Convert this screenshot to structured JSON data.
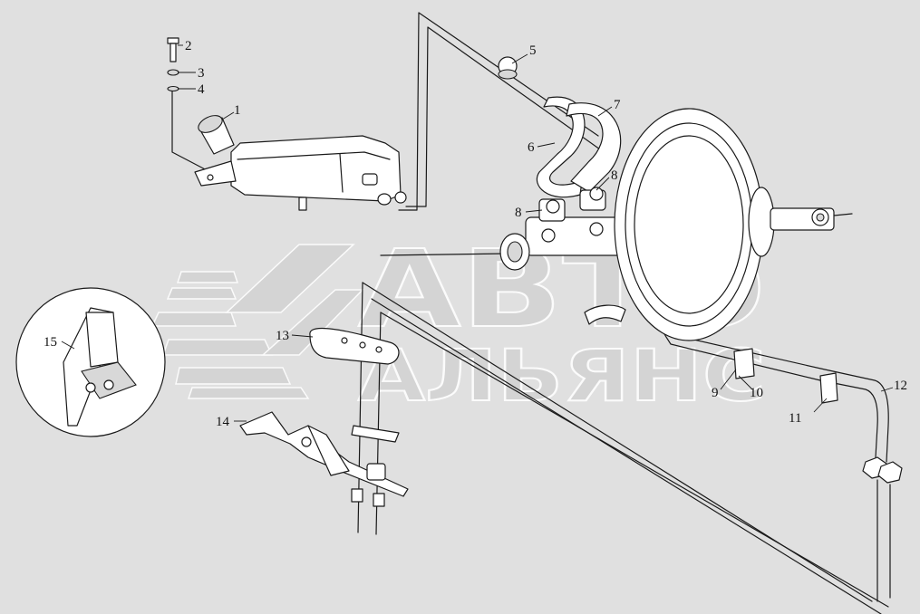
{
  "diagram": {
    "callouts": [
      {
        "id": "c1",
        "label": "1"
      },
      {
        "id": "c2",
        "label": "2"
      },
      {
        "id": "c3",
        "label": "3"
      },
      {
        "id": "c4",
        "label": "4"
      },
      {
        "id": "c5",
        "label": "5"
      },
      {
        "id": "c6",
        "label": "6"
      },
      {
        "id": "c7",
        "label": "7"
      },
      {
        "id": "c8a",
        "label": "8"
      },
      {
        "id": "c8b",
        "label": "8"
      },
      {
        "id": "c9",
        "label": "9"
      },
      {
        "id": "c10",
        "label": "10"
      },
      {
        "id": "c11",
        "label": "11"
      },
      {
        "id": "c12",
        "label": "12"
      },
      {
        "id": "c13",
        "label": "13"
      },
      {
        "id": "c14",
        "label": "14"
      },
      {
        "id": "c15",
        "label": "15"
      }
    ]
  },
  "watermark": {
    "line1": "АВТО",
    "line2": "АЛЬЯНС",
    "colors": {
      "fill": "#d3d3d3",
      "stroke": "#ffffff"
    }
  },
  "colors": {
    "background": "#e0e0e0",
    "line": "#1a1a1a",
    "part_fill": "#ffffff"
  }
}
